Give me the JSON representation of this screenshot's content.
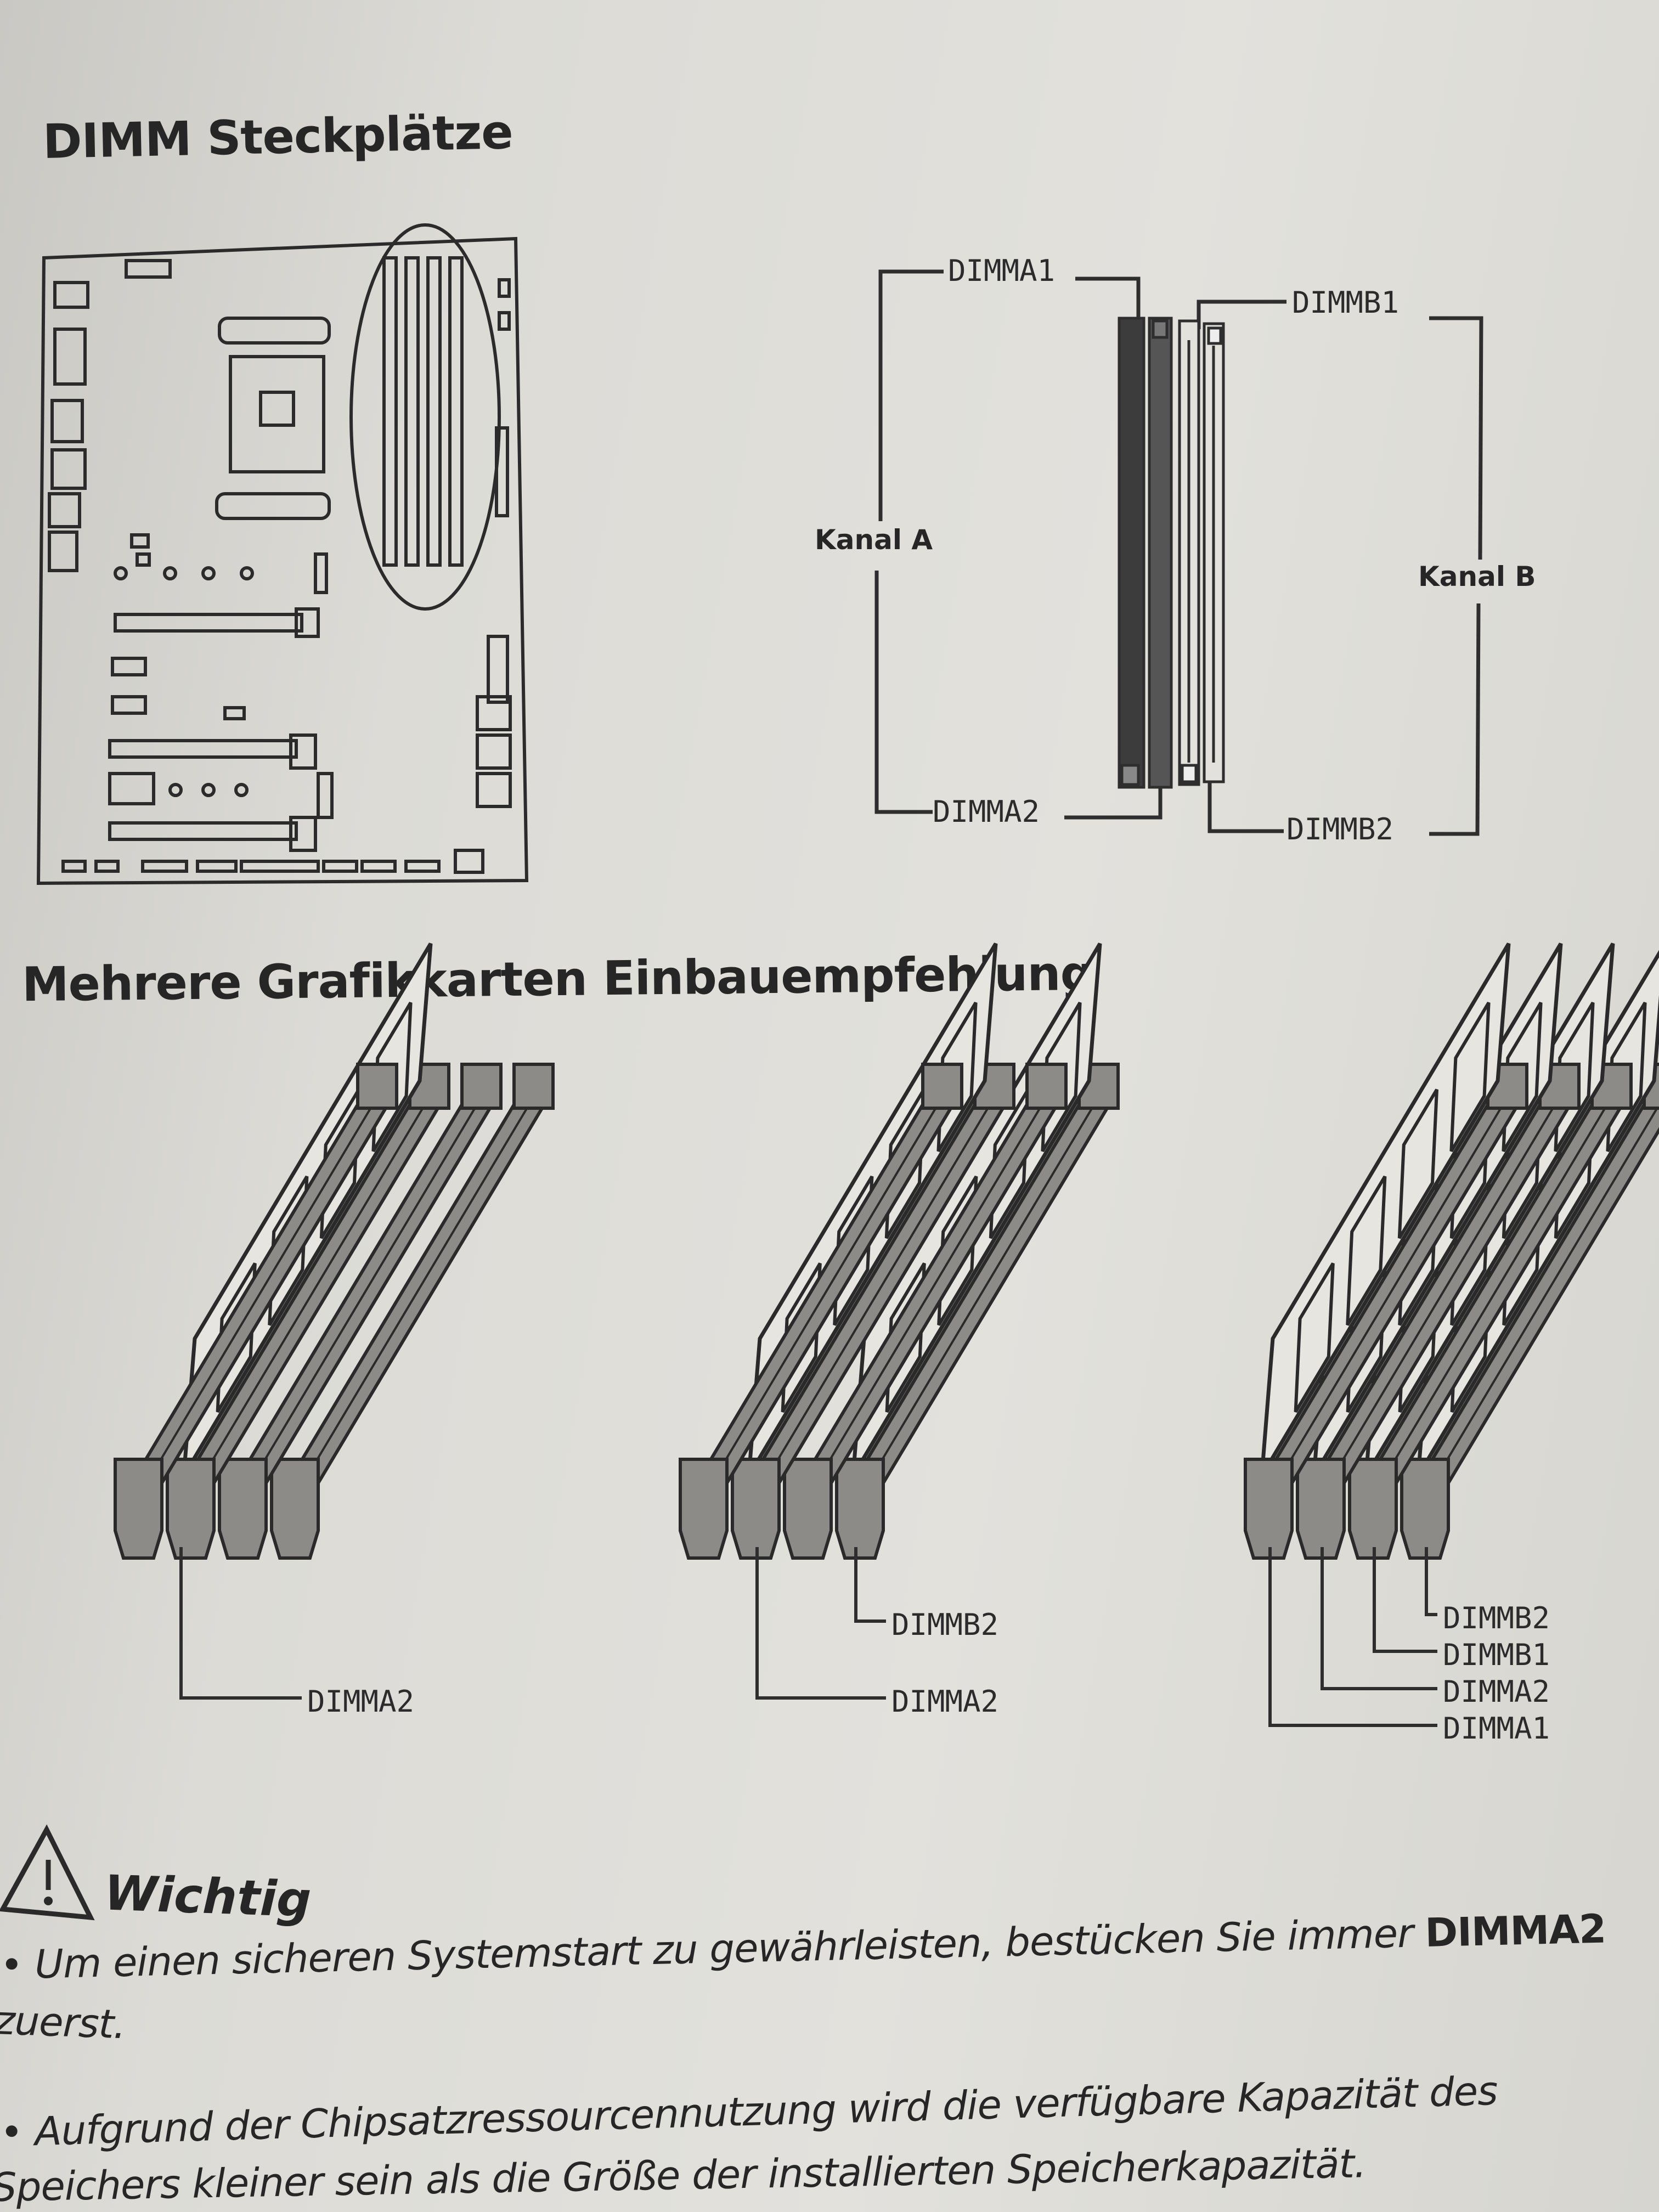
{
  "sections": {
    "dimm_title": "DIMM Steckplätze",
    "multi_gpu_title": "Mehrere Grafikkarten Einbauempfehlung"
  },
  "dimm_diagram": {
    "labels": {
      "dimma1": "DIMMA1",
      "dimmb1": "DIMMB1",
      "dimma2": "DIMMA2",
      "dimmb2": "DIMMB2",
      "channel_a": "Kanal A",
      "channel_b": "Kanal B"
    }
  },
  "install_configs": [
    {
      "labels": [
        "DIMMA2"
      ]
    },
    {
      "labels": [
        "DIMMB2",
        "DIMMA2"
      ]
    },
    {
      "labels": [
        "DIMMB2",
        "DIMMB1",
        "DIMMA2",
        "DIMMA1"
      ]
    }
  ],
  "important": {
    "heading": "Wichtig",
    "icon": "warning-triangle-icon",
    "bullets": [
      {
        "line1": "Um einen sicheren Systemstart zu gewährleisten, bestücken Sie immer ",
        "bold": "DIMMA2",
        "line2": "zuerst."
      },
      {
        "line1": "Aufgrund der Chipsatzressourcennutzung wird die verfügbare Kapazität des",
        "line2": "Speichers kleiner sein als die Größe der installierten Speicherkapazität."
      }
    ]
  },
  "colors": {
    "ink": "#262626",
    "paper": "#dcdbd6",
    "slot_dark": "#3a3a3a",
    "slot_mid": "#8a8a8a"
  }
}
